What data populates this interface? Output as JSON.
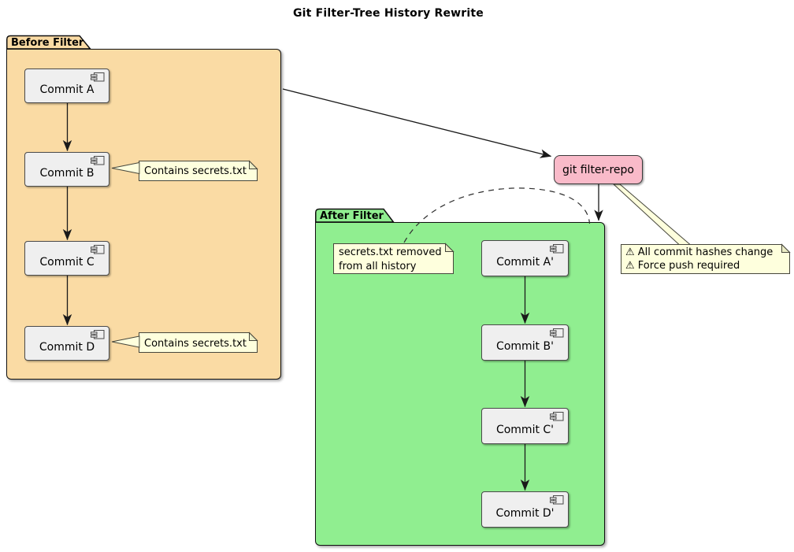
{
  "title": "Git Filter-Tree History Rewrite",
  "packages": {
    "before": {
      "label": "Before Filter",
      "fill": "#FADBA4",
      "commits": [
        "Commit A",
        "Commit B",
        "Commit C",
        "Commit D"
      ]
    },
    "after": {
      "label": "After Filter",
      "fill": "#90EE90",
      "commits": [
        "Commit A'",
        "Commit B'",
        "Commit C'",
        "Commit D'"
      ]
    }
  },
  "process_node": {
    "label": "git filter-repo",
    "fill": "#F9BAC9"
  },
  "notes": {
    "commit_b": {
      "text": "Contains secrets.txt"
    },
    "commit_d": {
      "text": "Contains secrets.txt"
    },
    "removed": {
      "line1": "secrets.txt removed",
      "line2": "from all history"
    },
    "warning": {
      "line1": "⚠ All commit hashes change",
      "line2": "⚠ Force push required"
    }
  },
  "colors": {
    "before_fill": "#FADBA4",
    "after_fill": "#90EE90",
    "node_fill": "#F9BAC9",
    "note_fill": "#FEFFDD",
    "component_fill": "#EFEFEF",
    "line": "#1A1A1A"
  }
}
